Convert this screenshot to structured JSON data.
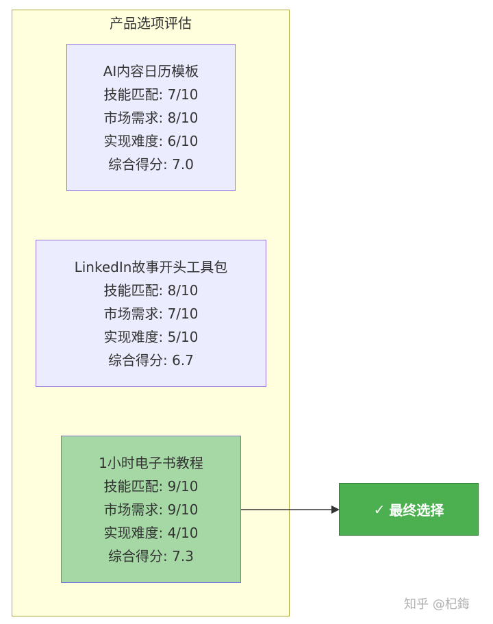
{
  "group": {
    "title": "产品选项评估"
  },
  "options": [
    {
      "name": "AI内容日历模板",
      "skill_match": "技能匹配: 7/10",
      "market_demand": "市场需求: 8/10",
      "difficulty": "实现难度: 6/10",
      "overall": "综合得分: 7.0"
    },
    {
      "name": "LinkedIn故事开头工具包",
      "skill_match": "技能匹配: 8/10",
      "market_demand": "市场需求: 7/10",
      "difficulty": "实现难度: 5/10",
      "overall": "综合得分: 6.7"
    },
    {
      "name": "1小时电子书教程",
      "skill_match": "技能匹配: 9/10",
      "market_demand": "市场需求: 9/10",
      "difficulty": "实现难度: 4/10",
      "overall": "综合得分: 7.3"
    }
  ],
  "final": {
    "check": "✓",
    "label": "最终选择"
  },
  "watermark": "知乎 @杞鋂",
  "colors": {
    "group_background": "#ffffde",
    "group_border": "#aaaa33",
    "node_background": "#ececff",
    "node_border": "#9370db",
    "selected_background": "#a6d8a6",
    "final_background": "#4caf50"
  }
}
